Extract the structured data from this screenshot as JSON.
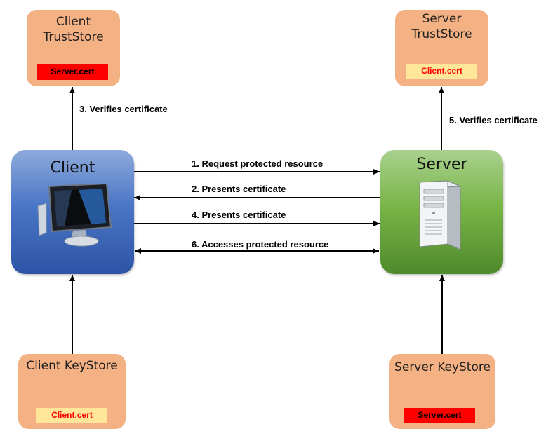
{
  "client_truststore": {
    "title": "Client TrustStore",
    "line1": "Client",
    "line2": "TrustStore",
    "cert": "Server.cert"
  },
  "server_truststore": {
    "title": "Server TrustStore",
    "line1": "Server",
    "line2": "TrustStore",
    "cert": "Client.cert"
  },
  "client_keystore": {
    "title": "Client KeyStore",
    "cert": "Client.cert"
  },
  "server_keystore": {
    "title": "Server KeyStore",
    "cert": "Server.cert"
  },
  "client": {
    "title": "Client"
  },
  "server": {
    "title": "Server"
  },
  "steps": {
    "s1": "1. Request protected resource",
    "s2": "2.  Presents certificate",
    "s3": "3. Verifies certificate",
    "s4": "4. Presents certificate",
    "s5": "5. Verifies certificate",
    "s6": "6. Accesses protected resource"
  },
  "colors": {
    "store_fill": "#f4b183",
    "client_fill": "#4472c4",
    "server_fill": "#70ad47",
    "cert_red": "#ff0000",
    "cert_yellow": "#ffe699"
  },
  "icons": {
    "client": "computer-monitor-icon",
    "server": "server-tower-icon"
  }
}
